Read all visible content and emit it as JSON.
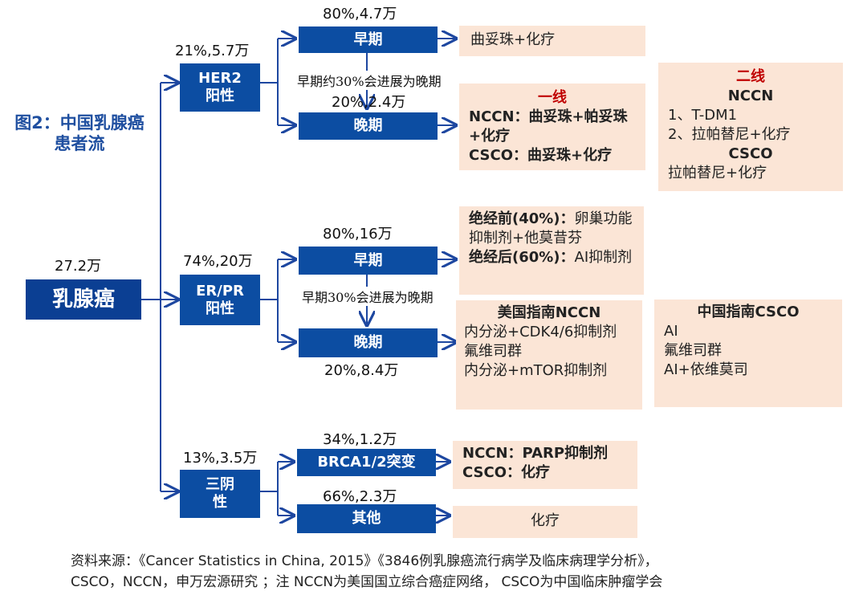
{
  "figure": {
    "title": "图2：中国乳腺癌患者流"
  },
  "root": {
    "label": "乳腺癌",
    "count": "27.2万"
  },
  "her2": {
    "label": "HER2\n阳性",
    "pct": "21%,5.7万",
    "early": {
      "label": "早期",
      "pct": "80%,4.7万",
      "treat": "曲妥珠+化疗"
    },
    "note": "早期约30%会进展为晚期",
    "late": {
      "label": "晚期",
      "pct": "20%,2.4万",
      "first_line_title": "一线",
      "nccn": "NCCN：曲妥珠+帕妥珠+化疗",
      "csco": "CSCO：曲妥珠+化疗"
    },
    "second_line": {
      "title": "二线",
      "nccn_title": "NCCN",
      "nccn_items": [
        "1、T-DM1",
        "2、拉帕替尼+化疗"
      ],
      "csco_title": "CSCO",
      "csco_items": [
        "拉帕替尼+化疗"
      ]
    }
  },
  "erpr": {
    "label": "ER/PR\n阳性",
    "pct": "74%,20万",
    "early": {
      "label": "早期",
      "pct": "80%,16万",
      "pre_label": "绝经前(40%)：",
      "pre_text": "卵巢功能抑制剂+他莫昔芬",
      "post_label": "绝经后(60%)：",
      "post_text": "AI抑制剂"
    },
    "note": "早期30%会进展为晚期",
    "late": {
      "label": "晚期",
      "pct": "20%,8.4万",
      "us_title": "美国指南NCCN",
      "us_items": [
        "内分泌+CDK4/6抑制剂",
        "氟维司群",
        "内分泌+mTOR抑制剂"
      ],
      "cn_title": "中国指南CSCO",
      "cn_items": [
        "AI",
        "氟维司群",
        "AI+依维莫司"
      ]
    }
  },
  "tn": {
    "label": "三阴\n性",
    "pct": "13%,3.5万",
    "brca": {
      "label": "BRCA1/2突变",
      "pct": "34%,1.2万",
      "nccn": "NCCN：PARP抑制剂",
      "csco": "CSCO：化疗"
    },
    "other": {
      "label": "其他",
      "pct": "66%,2.3万",
      "treat": "化疗"
    }
  },
  "footer": {
    "line1": "资料来源：《Cancer Statistics in China, 2015》《3846例乳腺癌流行病学及临床病理学分析》，",
    "line2": "CSCO，NCCN，申万宏源研究 ；注 NCCN为美国国立综合癌症网络， CSCO为中国临床肿瘤学会"
  },
  "colors": {
    "box": "#0c4da2",
    "line": "#1d47a0",
    "peach": "#fbe5d6",
    "accent": "#c00000",
    "title": "#1f4fa0"
  }
}
